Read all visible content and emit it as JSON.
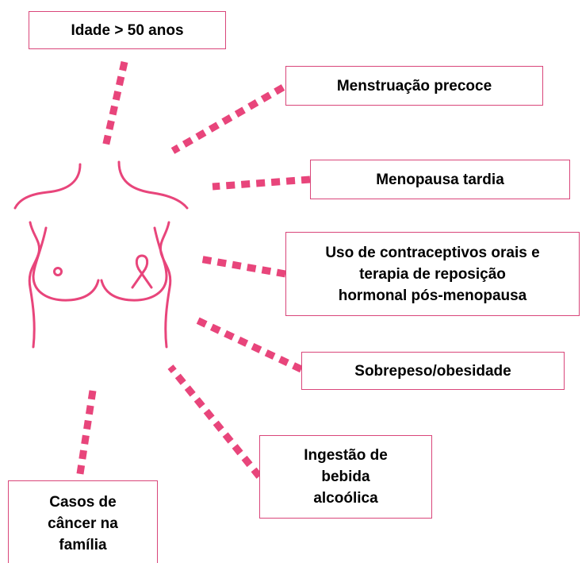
{
  "colors": {
    "accent": "#e8457b",
    "box_border": "#d9467a",
    "text": "#000000",
    "background": "#ffffff"
  },
  "figure": {
    "icon": "breast-silhouette-with-awareness-ribbon-icon",
    "connector_style": "dashed"
  },
  "factors": [
    {
      "id": "age",
      "label": "Idade > 50 anos"
    },
    {
      "id": "early-menstruation",
      "label": "Menstruação precoce"
    },
    {
      "id": "late-menopause",
      "label": "Menopausa tardia"
    },
    {
      "id": "contraceptives-hrt",
      "label": "Uso de contraceptivos orais e\nterapia de reposição\nhormonal pós-menopausa"
    },
    {
      "id": "overweight",
      "label": "Sobrepeso/obesidade"
    },
    {
      "id": "alcohol",
      "label": "Ingestão de\nbebida\nalcoólica"
    },
    {
      "id": "family-history",
      "label": "Casos de\ncâncer na\nfamília"
    }
  ]
}
